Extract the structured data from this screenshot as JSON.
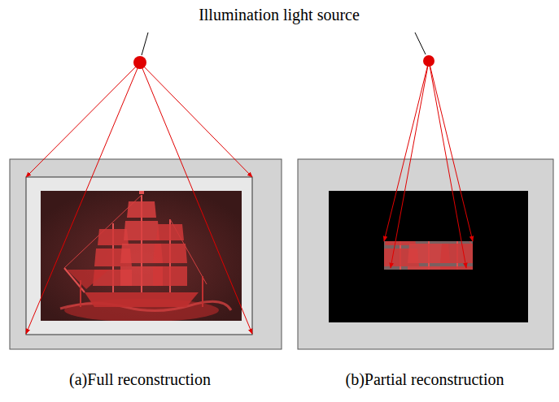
{
  "diagram": {
    "labels": [
      "Illumination light source",
      "(a)Full reconstruction",
      "(b)Partial reconstruction"
    ]
  }
}
